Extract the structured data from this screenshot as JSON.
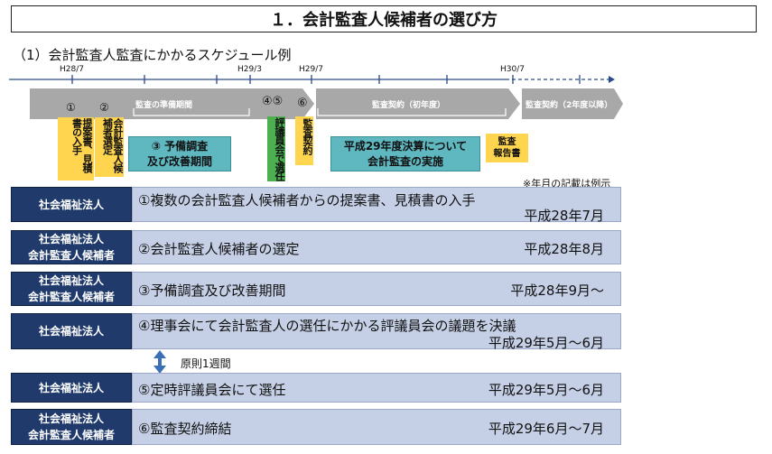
{
  "title": "１．会計監査人候補者の選び方",
  "subtitle": "（1）会計監査人監査にかかるスケジュール例",
  "timeline": {
    "dates": [
      "H28/7",
      "H29/3",
      "H29/7",
      "H30/7"
    ],
    "phases": [
      "監査の準備期間",
      "監査契約（初年度）",
      "監査契約（2年度以降）"
    ],
    "steps": {
      "s1": {
        "num": "①",
        "label": "提案書、見積書の入手"
      },
      "s2": {
        "num": "②",
        "label": "会計監査人候補者選定"
      },
      "s45": {
        "num": "④⑤",
        "label": "評議員会で選任"
      },
      "s6": {
        "num": "⑥",
        "label": "監査契約"
      }
    },
    "box3": {
      "line1": "③ 予備調査",
      "line2": "及び改善期間"
    },
    "box_audit": {
      "line1": "平成29年度決算について",
      "line2": "会計監査の実施"
    },
    "report": {
      "line1": "監査",
      "line2": "報告書"
    }
  },
  "note": "※年月の記載は例示",
  "interval_note": "原則1週間",
  "rows": [
    {
      "roles": [
        "社会福祉法人"
      ],
      "text": "①複数の会計監査人候補者からの提案書、見積書の入手",
      "date": "平成28年7月"
    },
    {
      "roles": [
        "社会福祉法人",
        "会計監査人候補者"
      ],
      "text": "②会計監査人候補者の選定",
      "date": "平成28年8月"
    },
    {
      "roles": [
        "社会福祉法人",
        "会計監査人候補者"
      ],
      "text": "③予備調査及び改善期間",
      "date": "平成28年9月～"
    },
    {
      "roles": [
        "社会福祉法人"
      ],
      "text": "④理事会にて会計監査人の選任にかかる評議員会の議題を決議",
      "date": "平成29年5月～6月"
    },
    {
      "roles": [
        "社会福祉法人"
      ],
      "text": "⑤定時評議員会にて選任",
      "date": "平成29年5月～6月"
    },
    {
      "roles": [
        "社会福祉法人",
        "会計監査人候補者"
      ],
      "text": "⑥監査契約締結",
      "date": "平成29年6月～7月"
    }
  ]
}
